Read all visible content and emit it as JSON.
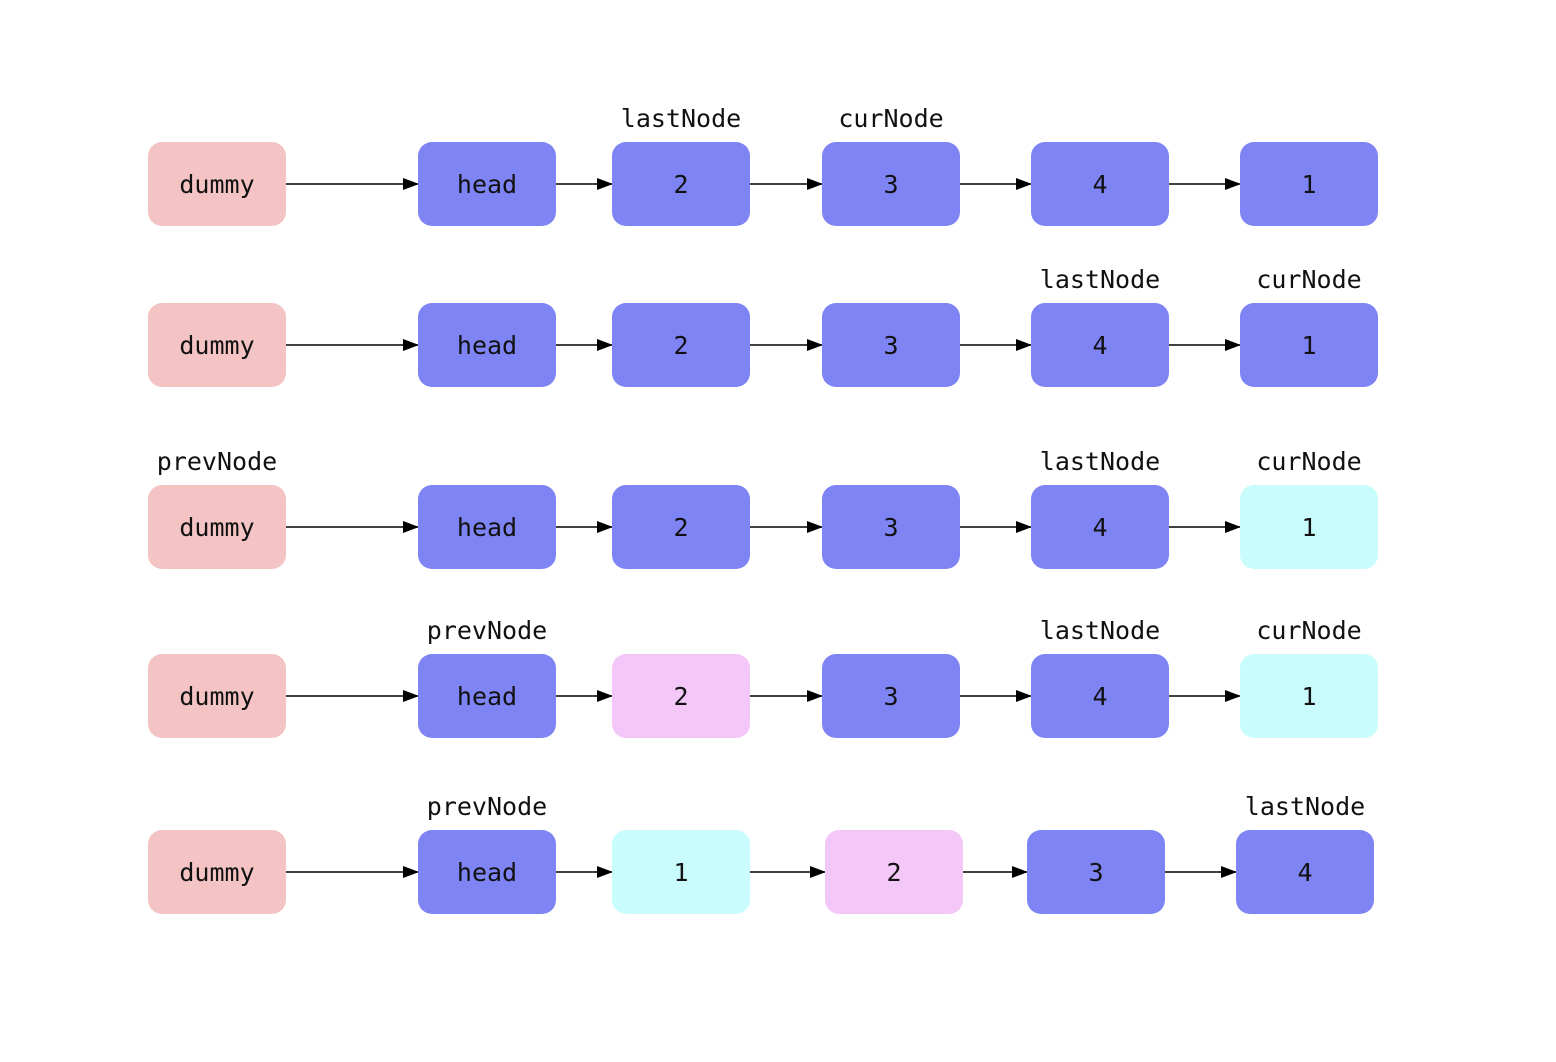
{
  "colors": {
    "dummy": "#f4c4c4",
    "normal": "#7f84f5",
    "cur": "#c9fcfc",
    "last_moved": "#f3c7f8",
    "arrow": "#000000",
    "text": "#111111"
  },
  "rows": [
    {
      "nodes": [
        {
          "label": "dummy",
          "kind": "dummy",
          "pointer": ""
        },
        {
          "label": "head",
          "kind": "normal",
          "pointer": ""
        },
        {
          "label": "2",
          "kind": "normal",
          "pointer": "lastNode"
        },
        {
          "label": "3",
          "kind": "normal",
          "pointer": "curNode"
        },
        {
          "label": "4",
          "kind": "normal",
          "pointer": ""
        },
        {
          "label": "1",
          "kind": "normal",
          "pointer": ""
        }
      ]
    },
    {
      "nodes": [
        {
          "label": "dummy",
          "kind": "dummy",
          "pointer": ""
        },
        {
          "label": "head",
          "kind": "normal",
          "pointer": ""
        },
        {
          "label": "2",
          "kind": "normal",
          "pointer": ""
        },
        {
          "label": "3",
          "kind": "normal",
          "pointer": ""
        },
        {
          "label": "4",
          "kind": "normal",
          "pointer": "lastNode"
        },
        {
          "label": "1",
          "kind": "normal",
          "pointer": "curNode"
        }
      ]
    },
    {
      "nodes": [
        {
          "label": "dummy",
          "kind": "dummy",
          "pointer": "prevNode"
        },
        {
          "label": "head",
          "kind": "normal",
          "pointer": ""
        },
        {
          "label": "2",
          "kind": "normal",
          "pointer": ""
        },
        {
          "label": "3",
          "kind": "normal",
          "pointer": ""
        },
        {
          "label": "4",
          "kind": "normal",
          "pointer": "lastNode"
        },
        {
          "label": "1",
          "kind": "cur",
          "pointer": "curNode"
        }
      ]
    },
    {
      "nodes": [
        {
          "label": "dummy",
          "kind": "dummy",
          "pointer": ""
        },
        {
          "label": "head",
          "kind": "normal",
          "pointer": "prevNode"
        },
        {
          "label": "2",
          "kind": "last_moved",
          "pointer": ""
        },
        {
          "label": "3",
          "kind": "normal",
          "pointer": ""
        },
        {
          "label": "4",
          "kind": "normal",
          "pointer": "lastNode"
        },
        {
          "label": "1",
          "kind": "cur",
          "pointer": "curNode"
        }
      ]
    },
    {
      "nodes": [
        {
          "label": "dummy",
          "kind": "dummy",
          "pointer": ""
        },
        {
          "label": "head",
          "kind": "normal",
          "pointer": "prevNode"
        },
        {
          "label": "1",
          "kind": "cur",
          "pointer": ""
        },
        {
          "label": "2",
          "kind": "last_moved",
          "pointer": ""
        },
        {
          "label": "3",
          "kind": "normal",
          "pointer": ""
        },
        {
          "label": "4",
          "kind": "normal",
          "pointer": "lastNode"
        }
      ]
    }
  ]
}
